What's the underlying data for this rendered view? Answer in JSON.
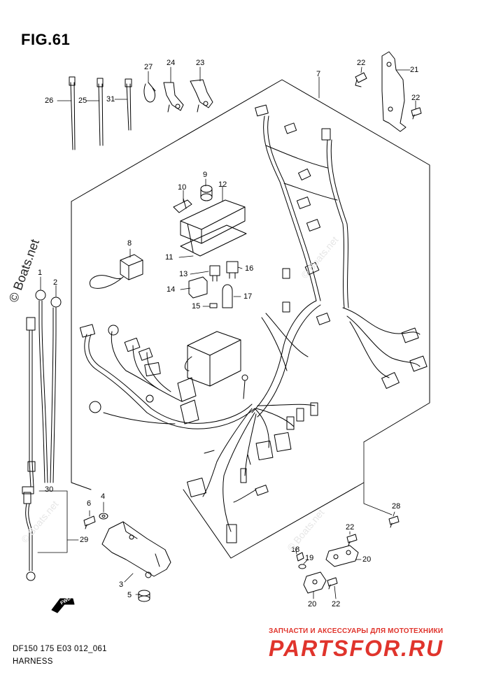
{
  "figure_title": "FIG.61",
  "footer": {
    "code": "DF150 175 E03 012_061",
    "section": "HARNESS"
  },
  "watermarks": {
    "main": "© Boats.net",
    "faint": "© Boats.net"
  },
  "brand": {
    "subtitle": "ЗАПЧАСТИ И АКСЕССУАРЫ ДЛЯ МОТОТЕХНИКИ",
    "logo": "PARTSFOR.RU"
  },
  "callouts": {
    "c1": "1",
    "c2": "2",
    "c3": "3",
    "c4": "4",
    "c5": "5",
    "c6": "6",
    "c7": "7",
    "c8": "8",
    "c9": "9",
    "c10": "10",
    "c11": "11",
    "c12": "12",
    "c13": "13",
    "c14": "14",
    "c15": "15",
    "c16": "16",
    "c17": "17",
    "c18": "18",
    "c19": "19",
    "c20a": "20",
    "c20b": "20",
    "c21": "21",
    "c22a": "22",
    "c22b": "22",
    "c22c": "22",
    "c22d": "22",
    "c23": "23",
    "c24": "24",
    "c25": "25",
    "c26": "26",
    "c27": "27",
    "c28": "28",
    "c29": "29",
    "c30": "30",
    "c31": "31"
  },
  "icons": {
    "front_arrow": "fwd-arrow-icon",
    "front_label": "FWD"
  }
}
